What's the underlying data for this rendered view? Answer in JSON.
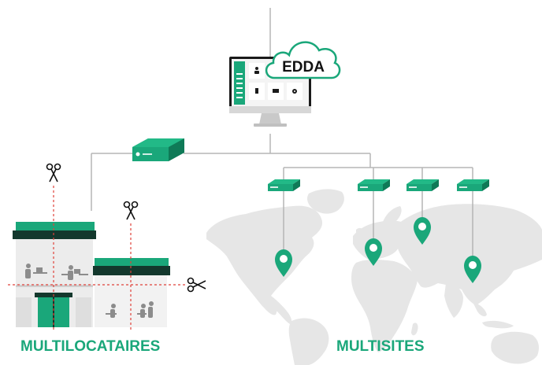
{
  "cloud_label": "EDDA",
  "labels": {
    "left": "MULTILOCATAIRES",
    "right": "MULTISITES"
  },
  "device_brand": "EDDA",
  "monitor_tiles": [
    "person-icon",
    "document-icon",
    "device-icon",
    "gear-icon"
  ],
  "colors": {
    "accent": "#1aa77a",
    "dark_green": "#13382d",
    "map": "#e6e6e6",
    "line": "#b5b5b5",
    "cut_line": "#e0413a"
  }
}
